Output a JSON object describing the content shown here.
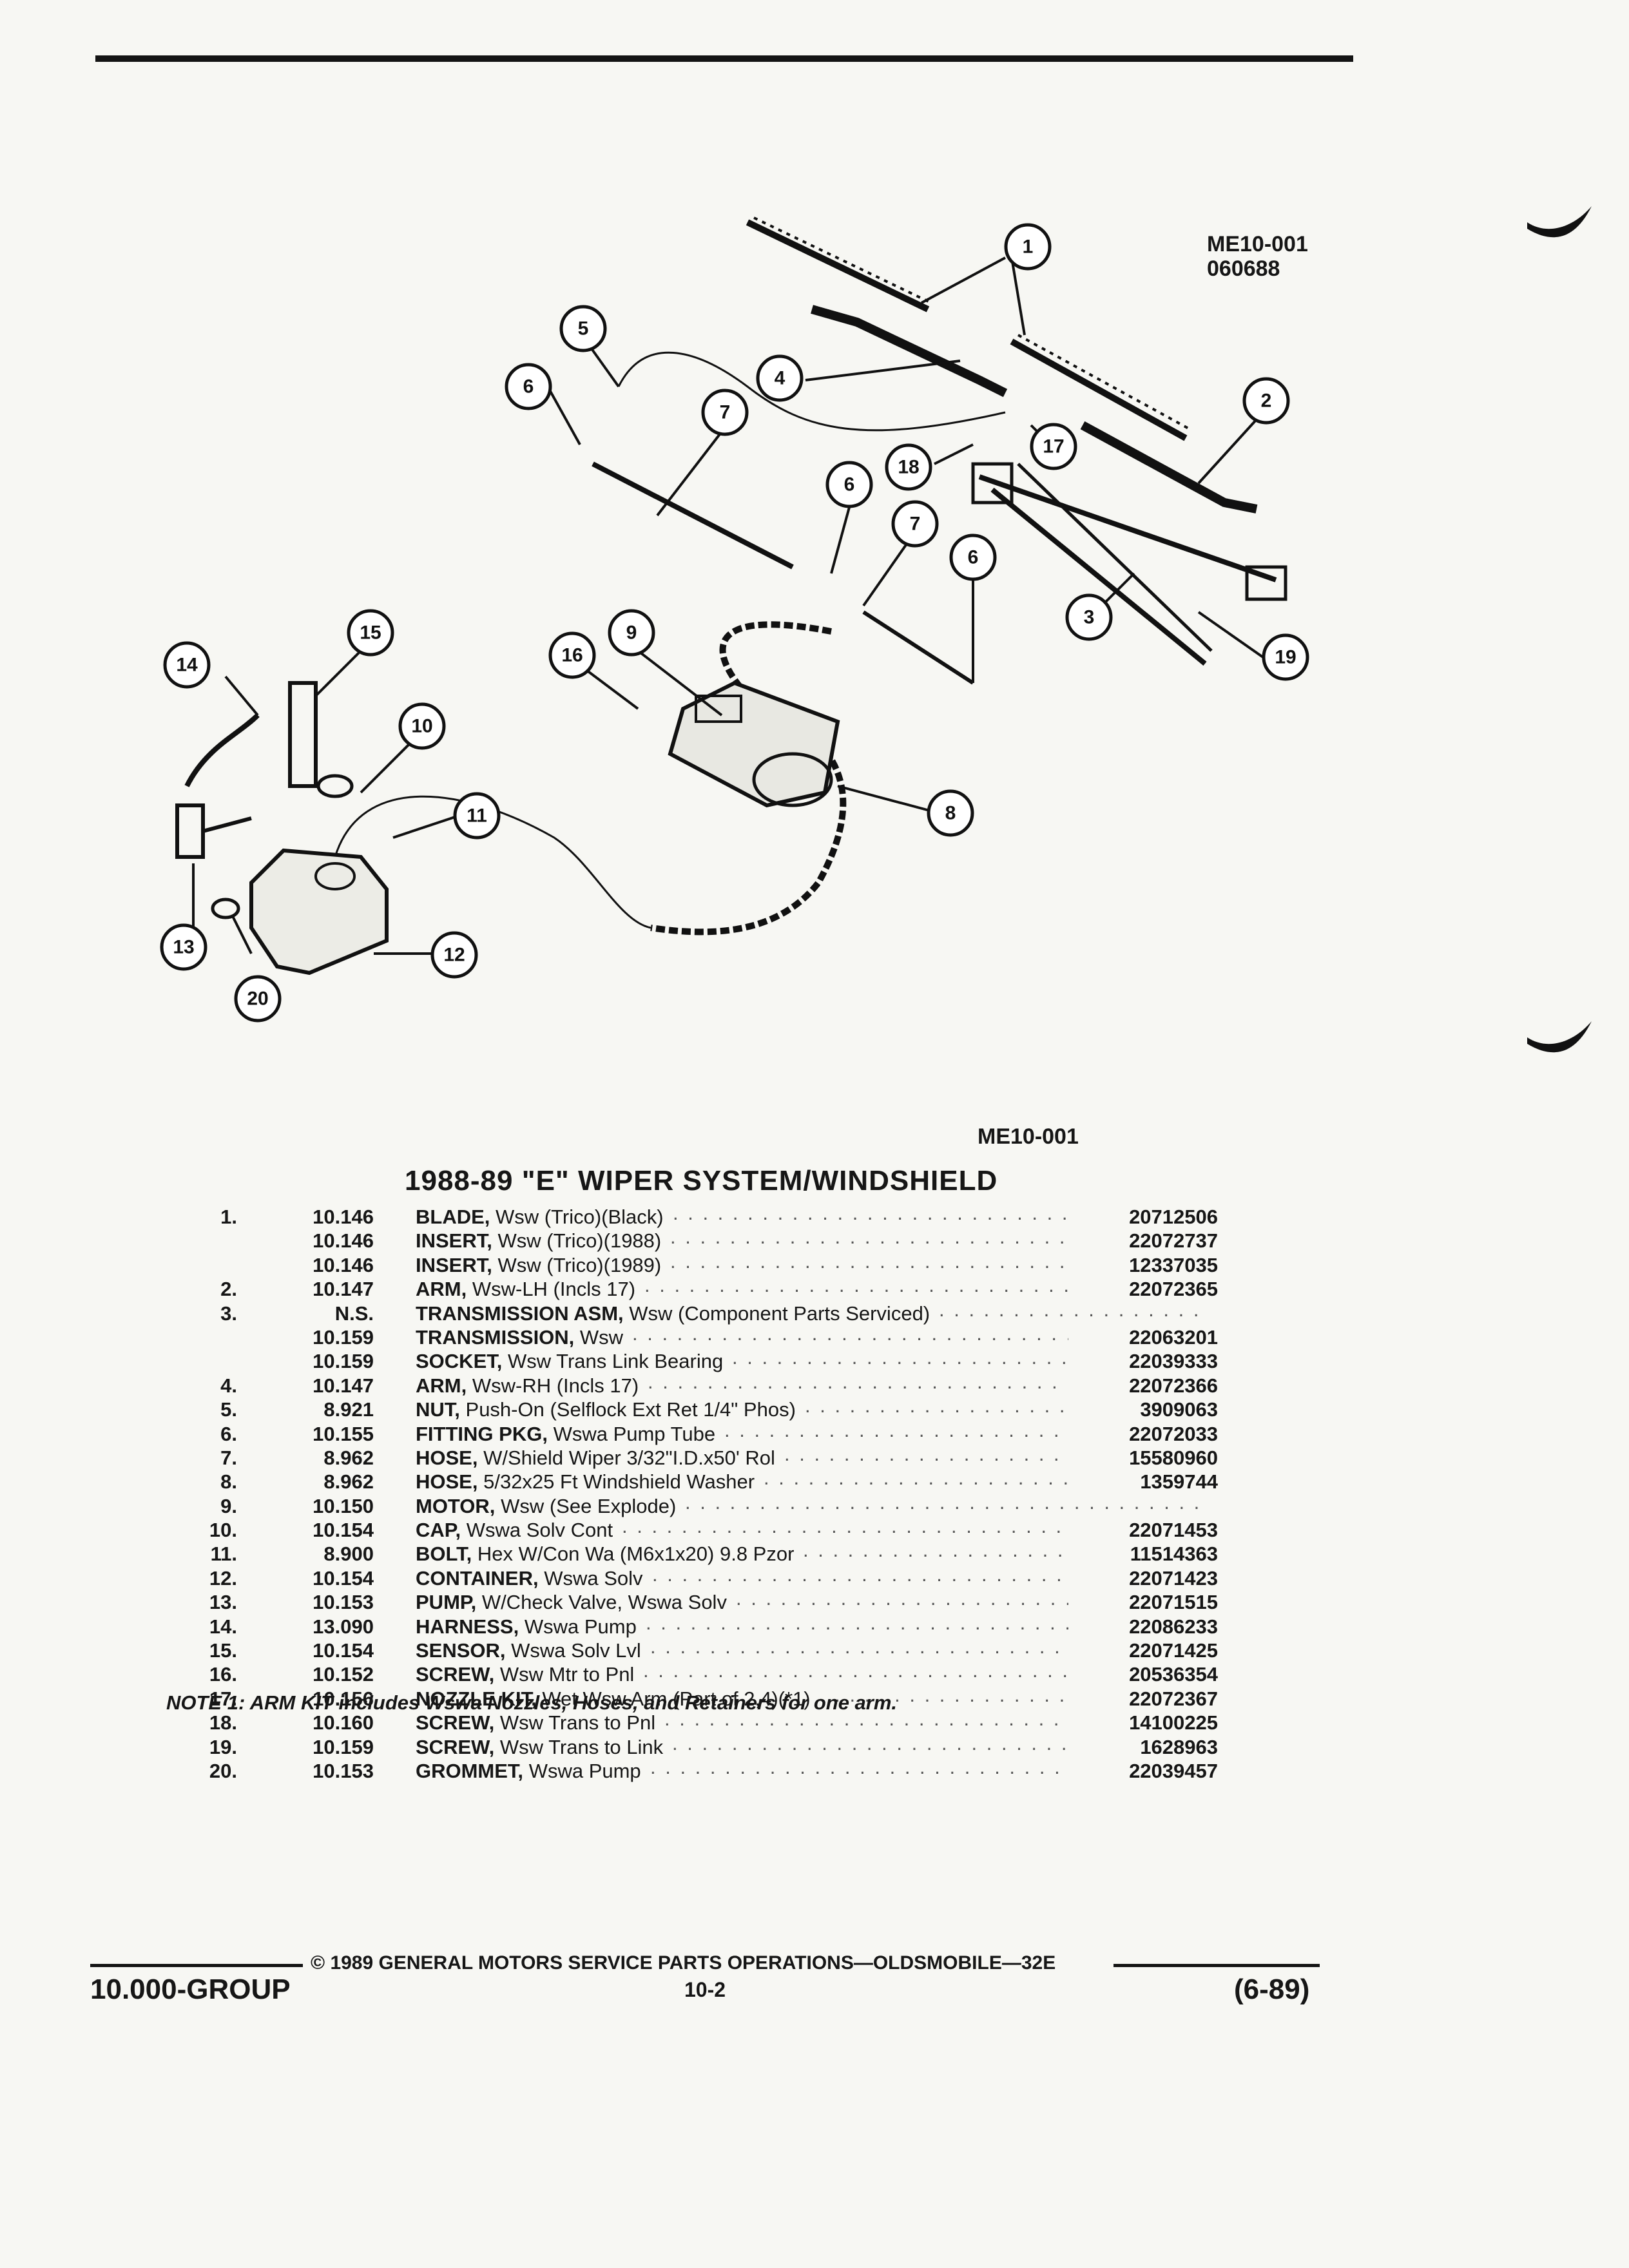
{
  "diagram": {
    "code_top": "ME10-001",
    "date_code": "060688",
    "code_bottom": "ME10-001",
    "callouts": [
      "1",
      "2",
      "3",
      "4",
      "5",
      "6",
      "6",
      "6",
      "7",
      "7",
      "8",
      "9",
      "10",
      "11",
      "12",
      "13",
      "14",
      "15",
      "16",
      "17",
      "18",
      "19",
      "20"
    ]
  },
  "title": "1988-89 \"E\" WIPER SYSTEM/WINDSHIELD",
  "parts": [
    {
      "item": "1.",
      "group": "10.146",
      "name": "BLADE,",
      "desc": "Wsw (Trico)(Black)",
      "pn": "20712506"
    },
    {
      "item": "",
      "group": "10.146",
      "name": "INSERT,",
      "desc": "Wsw (Trico)(1988)",
      "pn": "22072737"
    },
    {
      "item": "",
      "group": "10.146",
      "name": "INSERT,",
      "desc": "Wsw (Trico)(1989)",
      "pn": "12337035"
    },
    {
      "item": "2.",
      "group": "10.147",
      "name": "ARM,",
      "desc": "Wsw-LH (Incls 17)",
      "pn": "22072365"
    },
    {
      "item": "3.",
      "group": "N.S.",
      "name": "TRANSMISSION ASM,",
      "desc": "Wsw (Component Parts Serviced)",
      "pn": ""
    },
    {
      "item": "",
      "group": "10.159",
      "name": "TRANSMISSION,",
      "desc": "Wsw",
      "pn": "22063201"
    },
    {
      "item": "",
      "group": "10.159",
      "name": "SOCKET,",
      "desc": "Wsw Trans Link Bearing",
      "pn": "22039333"
    },
    {
      "item": "4.",
      "group": "10.147",
      "name": "ARM,",
      "desc": "Wsw-RH (Incls 17)",
      "pn": "22072366"
    },
    {
      "item": "5.",
      "group": "8.921",
      "name": "NUT,",
      "desc": "Push-On (Selflock Ext Ret 1/4\" Phos)",
      "pn": "3909063"
    },
    {
      "item": "6.",
      "group": "10.155",
      "name": "FITTING PKG,",
      "desc": "Wswa Pump Tube",
      "pn": "22072033"
    },
    {
      "item": "7.",
      "group": "8.962",
      "name": "HOSE,",
      "desc": "W/Shield Wiper 3/32\"I.D.x50' Rol",
      "pn": "15580960"
    },
    {
      "item": "8.",
      "group": "8.962",
      "name": "HOSE,",
      "desc": "5/32x25 Ft Windshield Washer",
      "pn": "1359744"
    },
    {
      "item": "9.",
      "group": "10.150",
      "name": "MOTOR,",
      "desc": "Wsw (See Explode)",
      "pn": ""
    },
    {
      "item": "10.",
      "group": "10.154",
      "name": "CAP,",
      "desc": "Wswa Solv Cont",
      "pn": "22071453"
    },
    {
      "item": "11.",
      "group": "8.900",
      "name": "BOLT,",
      "desc": "Hex W/Con Wa (M6x1x20) 9.8 Pzor",
      "pn": "11514363"
    },
    {
      "item": "12.",
      "group": "10.154",
      "name": "CONTAINER,",
      "desc": "Wswa Solv",
      "pn": "22071423"
    },
    {
      "item": "13.",
      "group": "10.153",
      "name": "PUMP,",
      "desc": "W/Check Valve, Wswa Solv",
      "pn": "22071515"
    },
    {
      "item": "14.",
      "group": "13.090",
      "name": "HARNESS,",
      "desc": "Wswa Pump",
      "pn": "22086233"
    },
    {
      "item": "15.",
      "group": "10.154",
      "name": "SENSOR,",
      "desc": "Wswa Solv Lvl",
      "pn": "22071425"
    },
    {
      "item": "16.",
      "group": "10.152",
      "name": "SCREW,",
      "desc": "Wsw Mtr to Pnl",
      "pn": "20536354"
    },
    {
      "item": "17.",
      "group": "10.156",
      "name": "NOZZLE KIT,",
      "desc": "Wet Wsw Arm (Part of 2,4)(*1)",
      "pn": "22072367"
    },
    {
      "item": "18.",
      "group": "10.160",
      "name": "SCREW,",
      "desc": "Wsw Trans to Pnl",
      "pn": "14100225"
    },
    {
      "item": "19.",
      "group": "10.159",
      "name": "SCREW,",
      "desc": "Wsw Trans to Link",
      "pn": "1628963"
    },
    {
      "item": "20.",
      "group": "10.153",
      "name": "GROMMET,",
      "desc": "Wswa Pump",
      "pn": "22039457"
    }
  ],
  "note": "NOTE 1: ARM KIT includes Wswa Nozzles, Hoses, and Retainers for one arm.",
  "footer": {
    "copyright": "© 1989 GENERAL MOTORS SERVICE PARTS OPERATIONS—OLDSMOBILE—32E",
    "group": "10.000-GROUP",
    "page": "10-2",
    "revision": "(6-89)"
  }
}
